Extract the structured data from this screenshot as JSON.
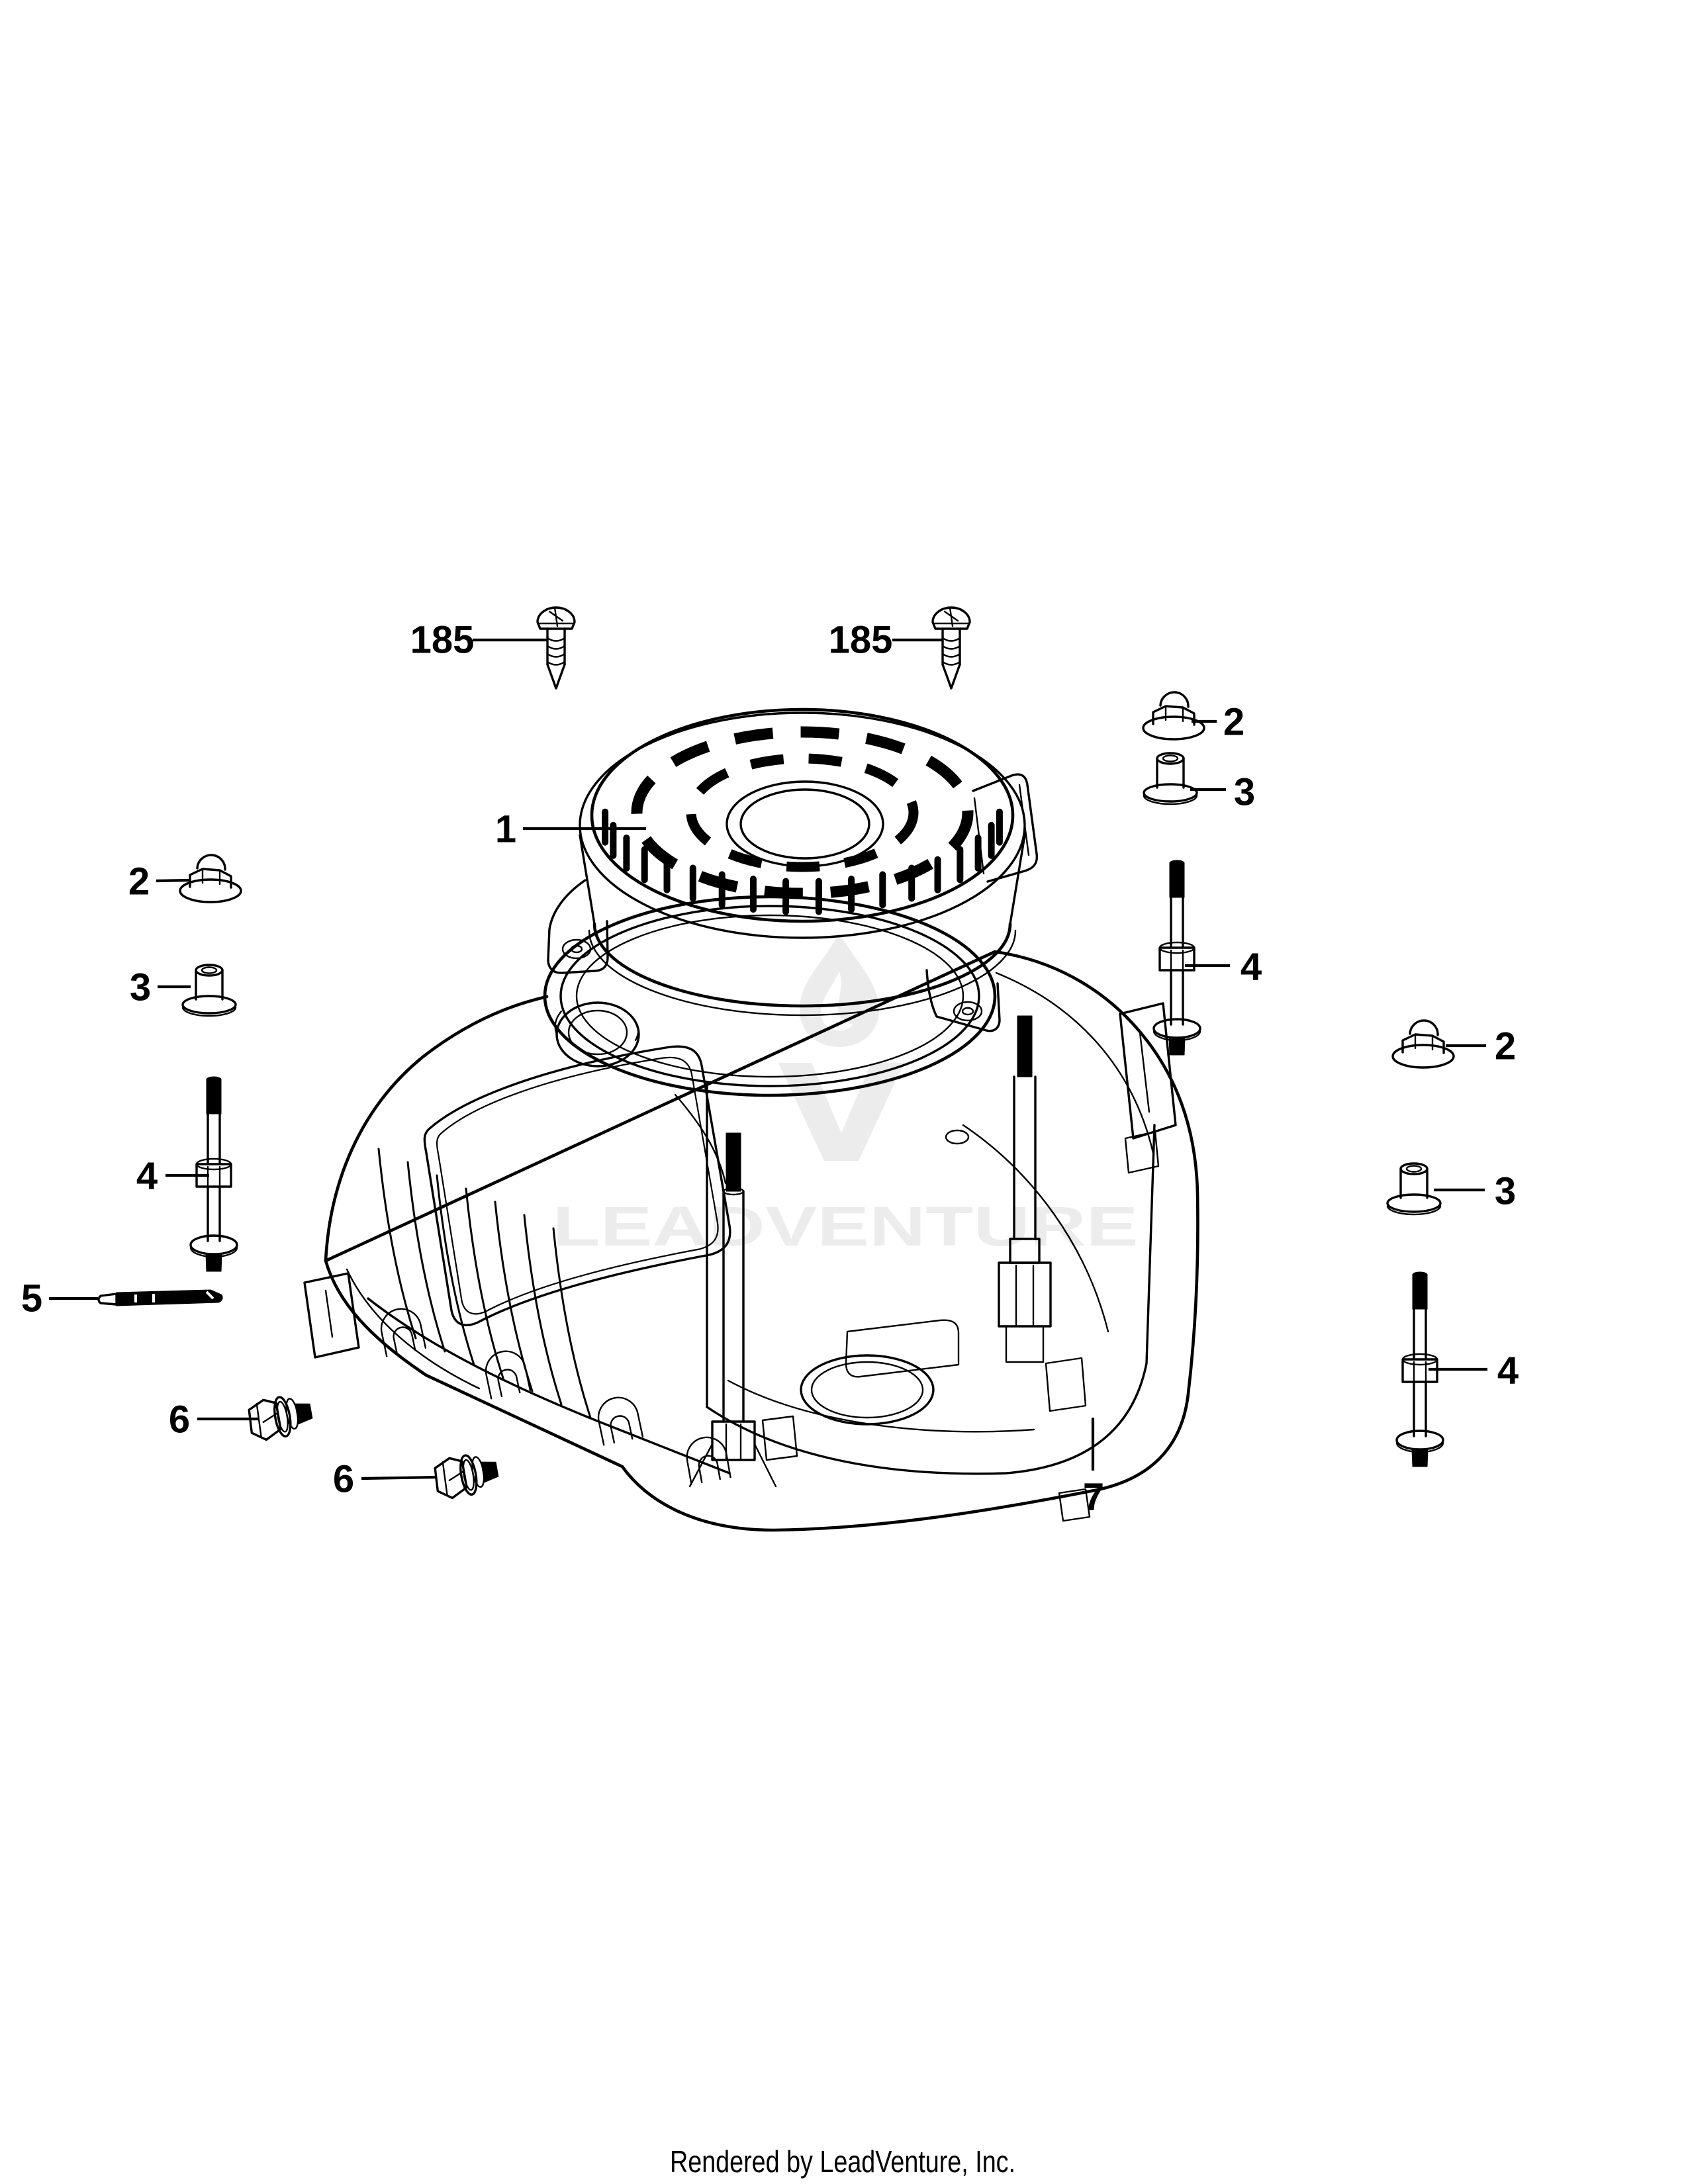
{
  "page": {
    "background": "#ffffff",
    "ink": "#000000"
  },
  "watermark": {
    "text": "LEADVENTURE",
    "color": "#ececec",
    "logo_icon": "leadventure-flame-v-logo"
  },
  "footer": {
    "text": "Rendered by LeadVenture, Inc."
  },
  "callouts": {
    "c185_left": {
      "label": "185"
    },
    "c185_right": {
      "label": "185"
    },
    "c1_fan_cover": {
      "label": "1"
    },
    "c2_nut_left": {
      "label": "2"
    },
    "c2_nut_upper_right": {
      "label": "2"
    },
    "c2_nut_far_right": {
      "label": "2"
    },
    "c3_spacer_left": {
      "label": "3"
    },
    "c3_spacer_upper_right": {
      "label": "3"
    },
    "c3_spacer_far_right": {
      "label": "3"
    },
    "c4_stud_left": {
      "label": "4"
    },
    "c4_stud_right": {
      "label": "4"
    },
    "c4_stud_far_right": {
      "label": "4"
    },
    "c5_pin": {
      "label": "5"
    },
    "c6_bolt_upper": {
      "label": "6"
    },
    "c6_bolt_lower": {
      "label": "6"
    },
    "c7_housing": {
      "label": "7"
    }
  }
}
